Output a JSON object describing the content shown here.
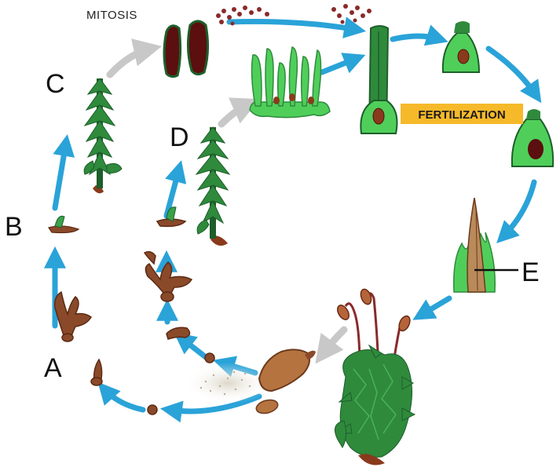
{
  "labels": {
    "a": "A",
    "b": "B",
    "c": "C",
    "d": "D",
    "e": "E",
    "mitosis": "MITOSIS",
    "fertilization": "FERTILIZATION"
  },
  "colors": {
    "arrow_blue": "#2aa3d8",
    "arrow_gray": "#c8c8c8",
    "moss_green": "#2f8a3c",
    "moss_dark": "#1d5e2a",
    "light_green": "#4fcf5a",
    "brown": "#8a3a1c",
    "dark_red": "#5b0f0f",
    "label_bg": "#f6b92a"
  },
  "icons": {
    "arrow": "arrow-icon",
    "plant": "moss-plant-icon"
  }
}
